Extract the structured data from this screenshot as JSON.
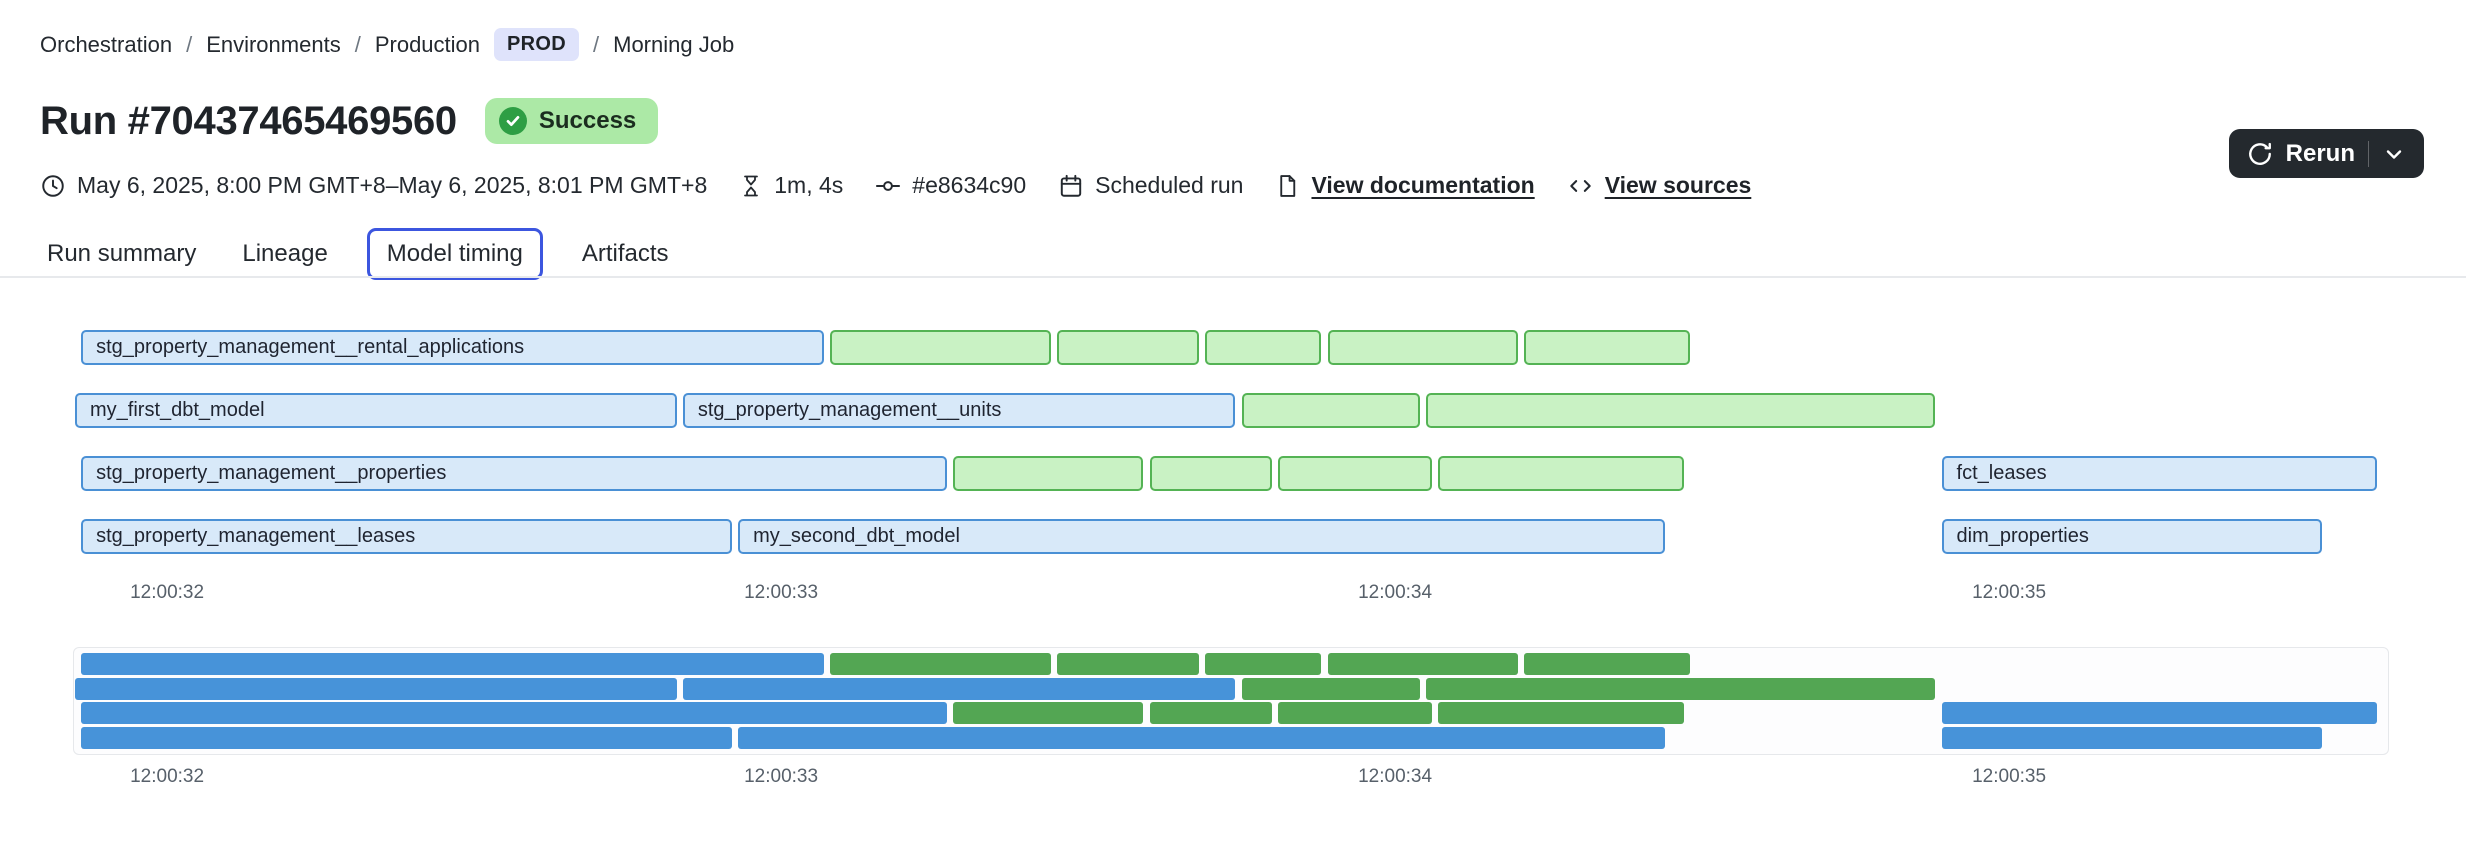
{
  "breadcrumb": {
    "separator": "/",
    "items": [
      "Orchestration",
      "Environments",
      "Production",
      "Morning Job"
    ],
    "env_badge": "PROD"
  },
  "header": {
    "title": "Run #70437465469560",
    "status_badge": "Success",
    "rerun_label": "Rerun"
  },
  "meta": {
    "time_range": "May 6, 2025, 8:00 PM GMT+8–May 6, 2025, 8:01 PM GMT+8",
    "duration": "1m, 4s",
    "commit": "#e8634c90",
    "trigger": "Scheduled run",
    "docs_link": "View documentation",
    "sources_link": "View sources"
  },
  "tabs": [
    {
      "label": "Run summary",
      "selected": false
    },
    {
      "label": "Lineage",
      "selected": false
    },
    {
      "label": "Model timing",
      "selected": true
    },
    {
      "label": "Artifacts",
      "selected": false
    }
  ],
  "colors": {
    "model_bar_fill": "#d8e9f9",
    "model_bar_border": "#4a90d5",
    "test_bar_fill": "#c9f2c4",
    "test_bar_border": "#54b354",
    "minimap_blue": "#4793d9",
    "minimap_green": "#53a653",
    "success_badge_bg": "#ace9a6",
    "success_check": "#2e9e44",
    "prod_badge_bg": "#dfe3fb",
    "selected_tab_border": "#3c56df",
    "rerun_button_bg": "#24292e"
  },
  "chart_data": {
    "type": "gantt",
    "title": "Model timing",
    "x_axis": {
      "tick_labels": [
        "12:00:32",
        "12:00:33",
        "12:00:34",
        "12:00:35"
      ],
      "tick_times": [
        32,
        33,
        34,
        35
      ],
      "time_domain": [
        31.85,
        35.75
      ]
    },
    "rows": [
      {
        "bars": [
          {
            "label": "stg_property_management__rental_applications",
            "color": "blue",
            "start": 31.86,
            "end": 33.07
          },
          {
            "label": "",
            "color": "green",
            "start": 33.08,
            "end": 33.44
          },
          {
            "label": "",
            "color": "green",
            "start": 33.45,
            "end": 33.68
          },
          {
            "label": "",
            "color": "green",
            "start": 33.69,
            "end": 33.88
          },
          {
            "label": "",
            "color": "green",
            "start": 33.89,
            "end": 34.2
          },
          {
            "label": "",
            "color": "green",
            "start": 34.21,
            "end": 34.48
          }
        ]
      },
      {
        "bars": [
          {
            "label": "my_first_dbt_model",
            "color": "blue",
            "start": 31.85,
            "end": 32.83
          },
          {
            "label": "stg_property_management__units",
            "color": "blue",
            "start": 32.84,
            "end": 33.74
          },
          {
            "label": "",
            "color": "green",
            "start": 33.75,
            "end": 34.04
          },
          {
            "label": "",
            "color": "green",
            "start": 34.05,
            "end": 34.88
          }
        ]
      },
      {
        "bars": [
          {
            "label": "stg_property_management__properties",
            "color": "blue",
            "start": 31.86,
            "end": 33.27
          },
          {
            "label": "",
            "color": "green",
            "start": 33.28,
            "end": 33.59
          },
          {
            "label": "",
            "color": "green",
            "start": 33.6,
            "end": 33.8
          },
          {
            "label": "",
            "color": "green",
            "start": 33.81,
            "end": 34.06
          },
          {
            "label": "",
            "color": "green",
            "start": 34.07,
            "end": 34.47
          },
          {
            "label": "fct_leases",
            "color": "blue",
            "start": 34.89,
            "end": 35.6
          }
        ]
      },
      {
        "bars": [
          {
            "label": "stg_property_management__leases",
            "color": "blue",
            "start": 31.86,
            "end": 32.92
          },
          {
            "label": "my_second_dbt_model",
            "color": "blue",
            "start": 32.93,
            "end": 34.44
          },
          {
            "label": "dim_properties",
            "color": "blue",
            "start": 34.89,
            "end": 35.51
          }
        ]
      }
    ]
  }
}
